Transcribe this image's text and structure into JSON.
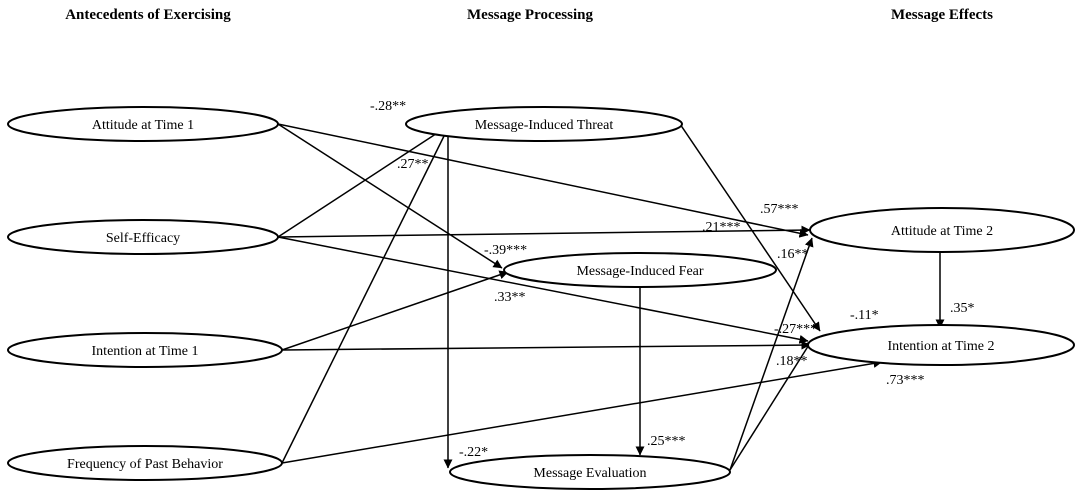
{
  "headers": {
    "antecedents": "Antecedents of Exercising",
    "processing": "Message Processing",
    "effects": "Message Effects"
  },
  "nodes": {
    "attitude_t1": "Attitude at Time 1",
    "self_efficacy": "Self-Efficacy",
    "intention_t1": "Intention at Time 1",
    "past_behavior": "Frequency of Past Behavior",
    "threat": "Message-Induced Threat",
    "fear": "Message-Induced Fear",
    "evaluation": "Message Evaluation",
    "attitude_t2": "Attitude at Time 2",
    "intention_t2": "Intention at Time 2"
  },
  "paths": [
    {
      "from": "Attitude at Time 1",
      "to": "Attitude at Time 2",
      "coefficient": ".57***"
    },
    {
      "from": "Attitude at Time 1",
      "to": "Message-Induced Fear",
      "coefficient": "-.39***"
    },
    {
      "from": "Self-Efficacy",
      "to": "Message-Induced Threat",
      "coefficient": "-.28**"
    },
    {
      "from": "Self-Efficacy",
      "to": "Attitude at Time 2",
      "coefficient": ".21***"
    },
    {
      "from": "Self-Efficacy",
      "to": "Intention at Time 2",
      "coefficient": ".33**"
    },
    {
      "from": "Intention at Time 1",
      "to": "Message-Induced Fear",
      "coefficient": ""
    },
    {
      "from": "Intention at Time 1",
      "to": "Intention at Time 2",
      "coefficient": "-.27***"
    },
    {
      "from": "Frequency of Past Behavior",
      "to": "Message-Induced Threat",
      "coefficient": ".27**"
    },
    {
      "from": "Frequency of Past Behavior",
      "to": "Intention at Time 2",
      "coefficient": ".73***"
    },
    {
      "from": "Message-Induced Threat",
      "to": "Message Evaluation",
      "coefficient": "-.22*"
    },
    {
      "from": "Message-Induced Threat",
      "to": "Intention at Time 2",
      "coefficient": "-.11*"
    },
    {
      "from": "Message-Induced Fear",
      "to": "Message Evaluation",
      "coefficient": ".25***"
    },
    {
      "from": "Message Evaluation",
      "to": "Attitude at Time 2",
      "coefficient": ".16**"
    },
    {
      "from": "Message Evaluation",
      "to": "Intention at Time 2",
      "coefficient": ".18**"
    },
    {
      "from": "Attitude at Time 2",
      "to": "Intention at Time 2",
      "coefficient": ".35*"
    }
  ],
  "coefficients": {
    "threat_self_efficacy": "-.28**",
    "threat_past_behavior": ".27**",
    "fear_attitude_t1": "-.39***",
    "att2_attitude_t1": ".57***",
    "att2_self_efficacy": ".21***",
    "att2_evaluation": ".16**",
    "int2_self_efficacy": ".33**",
    "int2_threat": "-.11*",
    "int2_intention_t1": "-.27***",
    "int2_evaluation": ".18**",
    "int2_past_behavior": ".73***",
    "int2_attitude_t2": ".35*",
    "eval_threat": "-.22*",
    "eval_fear": ".25***"
  }
}
